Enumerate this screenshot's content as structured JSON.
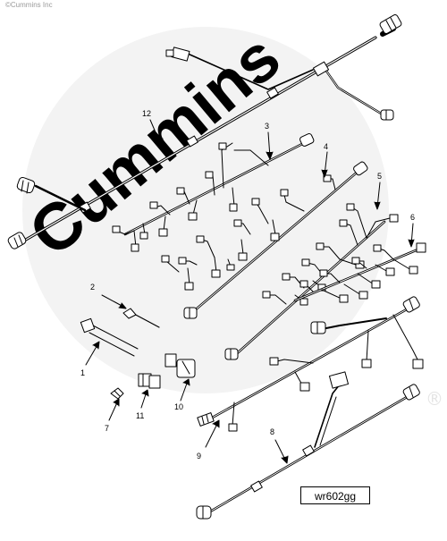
{
  "copyright": "©Cummins Inc",
  "watermark": "Cummins",
  "registered_mark": "®",
  "part_number": "wr602gg",
  "callouts": [
    "1",
    "2",
    "3",
    "4",
    "5",
    "6",
    "7",
    "8",
    "9",
    "10",
    "11",
    "12"
  ],
  "colors": {
    "line": "#000000",
    "watermark": "#ececec",
    "background": "#ffffff"
  }
}
